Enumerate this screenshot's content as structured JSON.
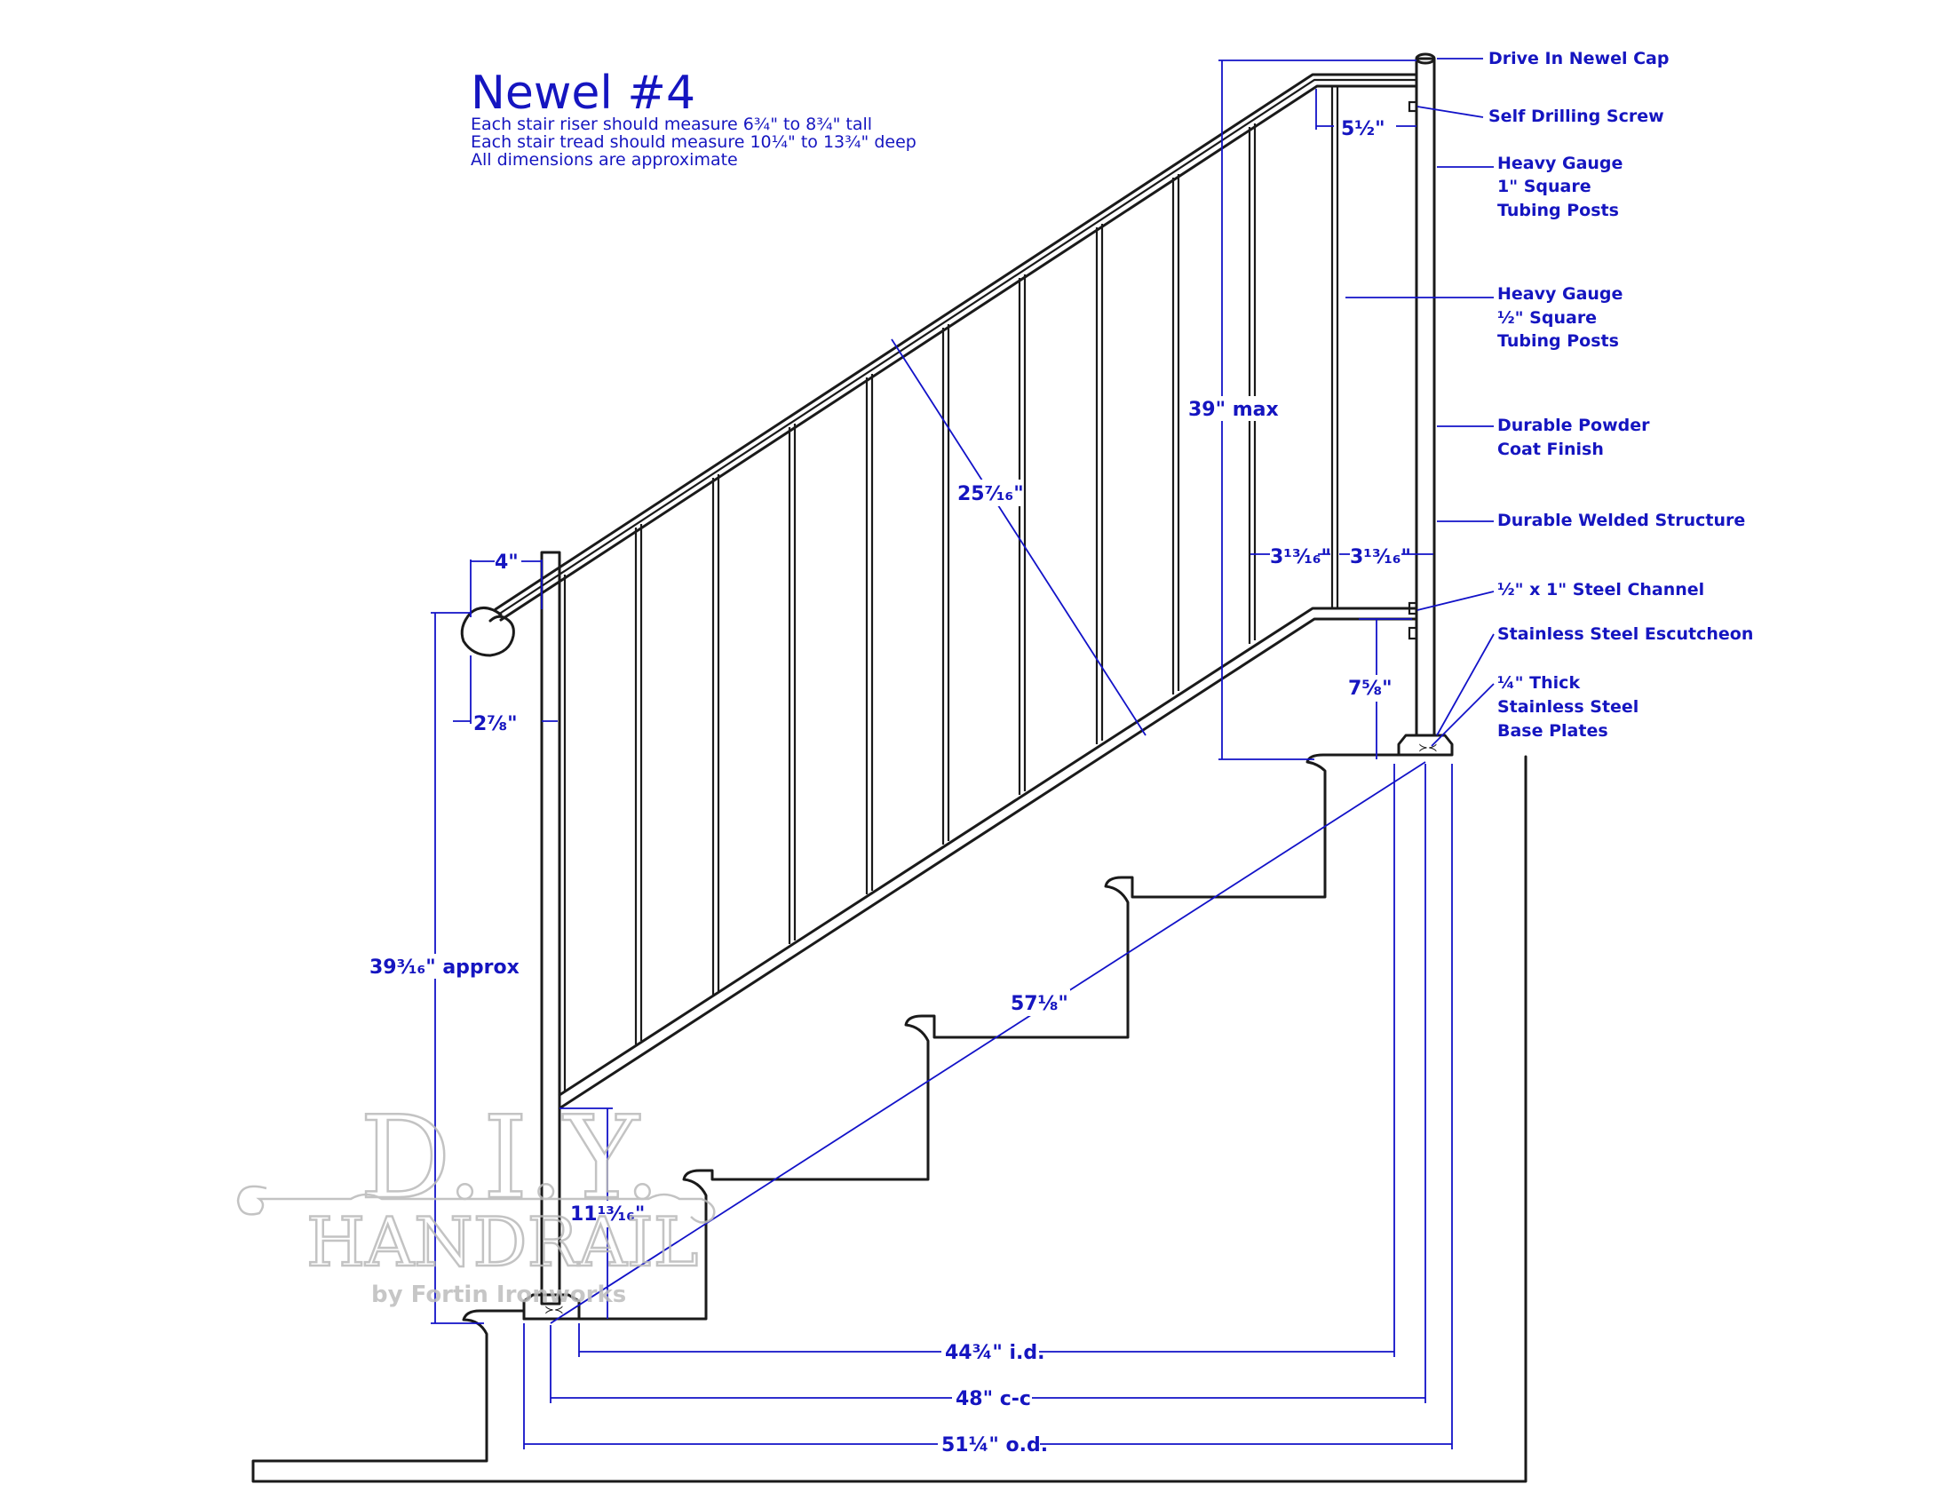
{
  "title": "Newel #4",
  "notes": [
    "Each stair riser should measure 6¾\" to 8¾\" tall",
    "Each stair tread should measure 10¼\" to 13¾\" deep",
    "All dimensions are approximate"
  ],
  "callouts": {
    "newel_cap": [
      "Drive In Newel Cap"
    ],
    "drilling_screw": [
      "Self Drilling Screw"
    ],
    "heavy_1in": [
      "Heavy Gauge",
      "1\" Square",
      "Tubing Posts"
    ],
    "heavy_half": [
      "Heavy Gauge",
      "½\" Square",
      "Tubing Posts"
    ],
    "powder_coat": [
      "Durable Powder",
      "Coat Finish"
    ],
    "welded": [
      "Durable Welded Structure"
    ],
    "channel": [
      "½\" x 1\" Steel Channel"
    ],
    "escutcheon": [
      "Stainless Steel Escutcheon"
    ],
    "base_plates": [
      "¼\" Thick",
      "Stainless Steel",
      "Base Plates"
    ]
  },
  "dimensions": {
    "d4": "4\"",
    "d2_7_8": "2⅞\"",
    "d39_3_16": "39³⁄₁₆\" approx",
    "d25_7_16": "25⁷⁄₁₆\"",
    "d39max": "39\" max",
    "d5_1_2": "5½\"",
    "d3_13_16a": "3¹³⁄₁₆\"",
    "d3_13_16b": "3¹³⁄₁₆\"",
    "d7_5_8": "7⅝\"",
    "d57_1_8": "57⅛\"",
    "d11_13_16": "11¹³⁄₁₆\"",
    "d44_3_4": "44¾\" i.d.",
    "d48": "48\" c-c",
    "d51_1_4": "51¼\" o.d."
  },
  "watermark": {
    "line1": "D.I.Y.",
    "line2": "HANDRAIL",
    "line3": "by Fortin Ironworks"
  },
  "colors": {
    "annotation": "#1515c0",
    "drawing": "#1a1a1a",
    "watermark": "#b9b9b9"
  }
}
